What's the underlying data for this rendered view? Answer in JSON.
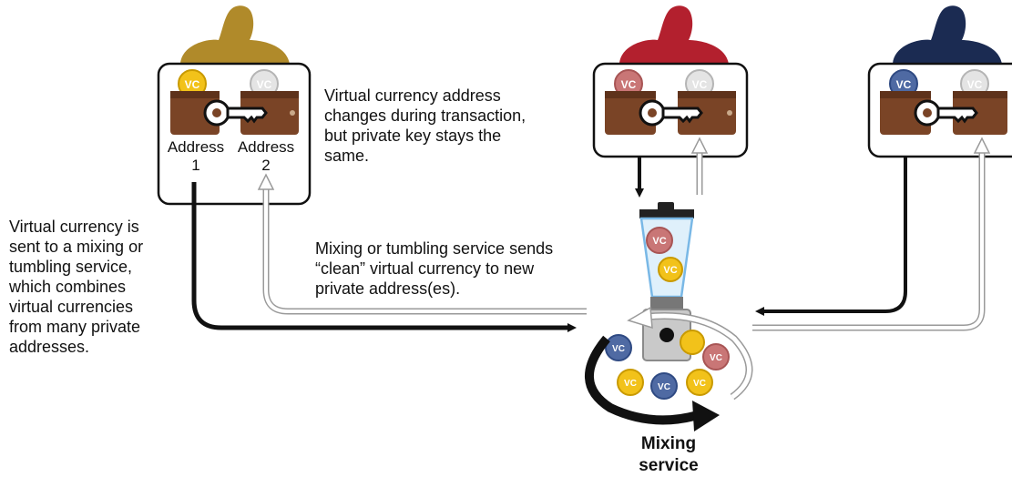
{
  "users": [
    {
      "id": "user-1",
      "color": "#b08a2a",
      "address_1": [
        "Address",
        "1"
      ],
      "address_2": [
        "Address",
        "2"
      ]
    },
    {
      "id": "user-2",
      "color": "#b3202e"
    },
    {
      "id": "user-3",
      "color": "#1b2b52"
    }
  ],
  "notes": {
    "address_change": [
      "Virtual currency address",
      "changes during transaction,",
      "but private key stays the",
      "same."
    ],
    "mixing_input": [
      "Virtual currency is",
      "sent to a mixing or",
      "tumbling service,",
      "which combines",
      "virtual currencies",
      "from many private",
      "addresses."
    ],
    "mixing_output": [
      "Mixing or tumbling service sends",
      "“clean” virtual currency to new",
      "private address(es)."
    ]
  },
  "mixing_label": [
    "Mixing",
    "service"
  ],
  "coin_label": "VC",
  "colors": {
    "coin_gold": "#f2c21a",
    "coin_silver": "#d9d9d9",
    "coin_red": "#c97676",
    "coin_blue": "#4f6aa3",
    "wallet": "#7a4426",
    "arrow_dark": "#111111",
    "arrow_outline": "#9a9a9a"
  }
}
